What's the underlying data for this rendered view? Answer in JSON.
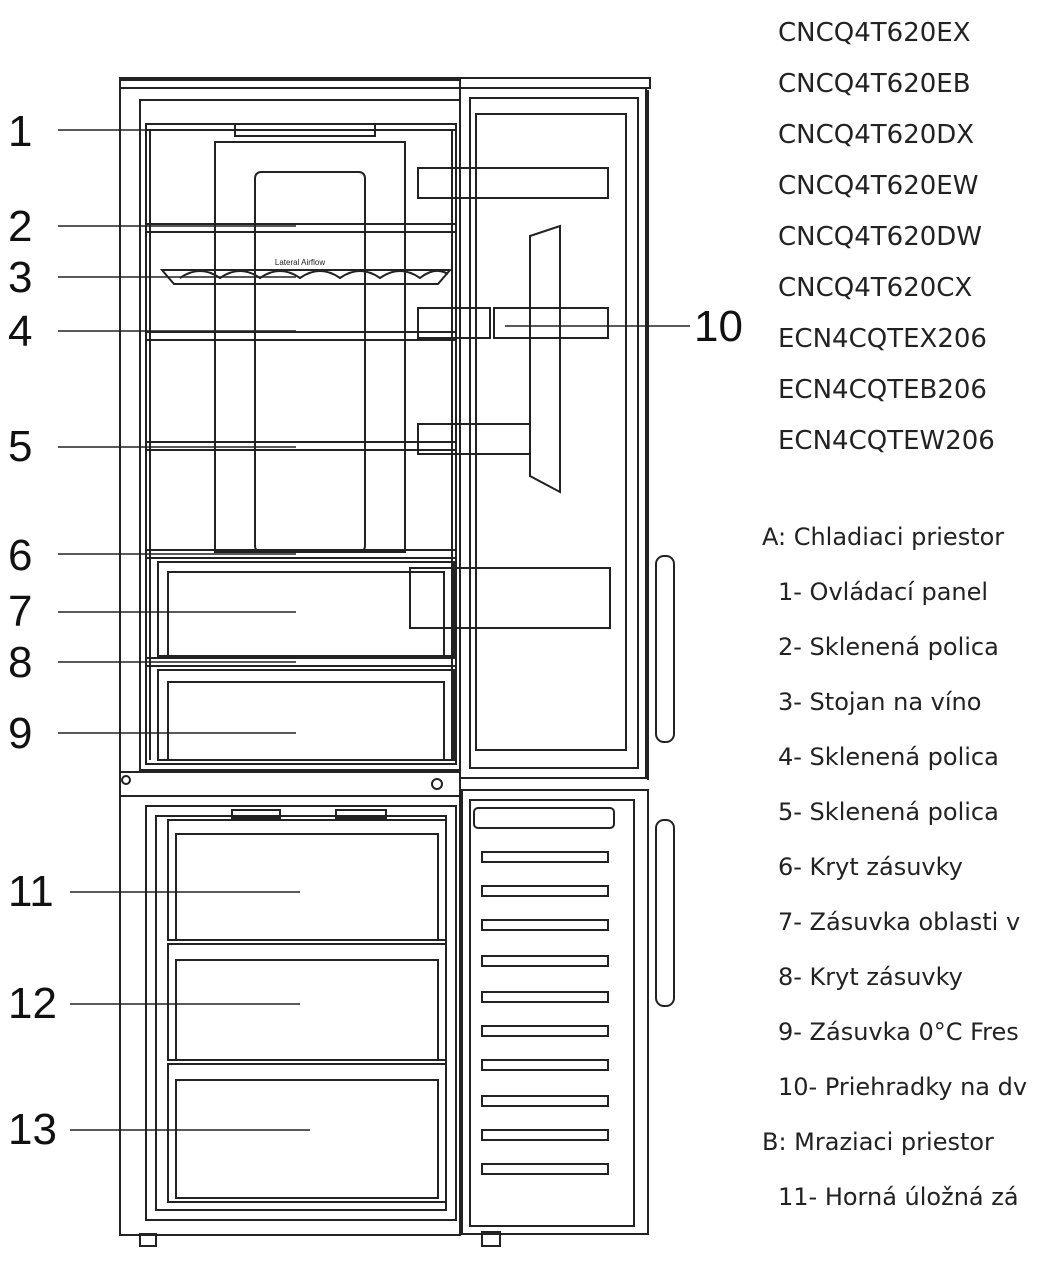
{
  "models": [
    "CNCQ4T620EX",
    "CNCQ4T620EB",
    "CNCQ4T620DX",
    "CNCQ4T620EW",
    "CNCQ4T620DW",
    "CNCQ4T620CX",
    "ECN4CQTEX206",
    "ECN4CQTEB206",
    "ECN4CQTEW206"
  ],
  "legend": {
    "section_a": "A: Chladiaci priestor",
    "items_a": [
      "1- Ovládací panel",
      "2- Sklenená polica",
      "3- Stojan na víno",
      "4- Sklenená polica",
      "5- Sklenená polica",
      "6- Kryt zásuvky",
      "7- Zásuvka oblasti v",
      "8- Kryt zásuvky",
      "9- Zásuvka 0°C Fres",
      "10- Priehradky na dv"
    ],
    "section_b": "B: Mraziaci priestor",
    "items_b": [
      "11- Horná úložná zá"
    ]
  },
  "callouts": [
    "1",
    "2",
    "3",
    "4",
    "5",
    "6",
    "7",
    "8",
    "9",
    "10",
    "11",
    "12",
    "13"
  ],
  "wine_rack_label": "Lateral Airflow",
  "colors": {
    "line": "#222222",
    "background": "#ffffff",
    "text": "#222222"
  }
}
